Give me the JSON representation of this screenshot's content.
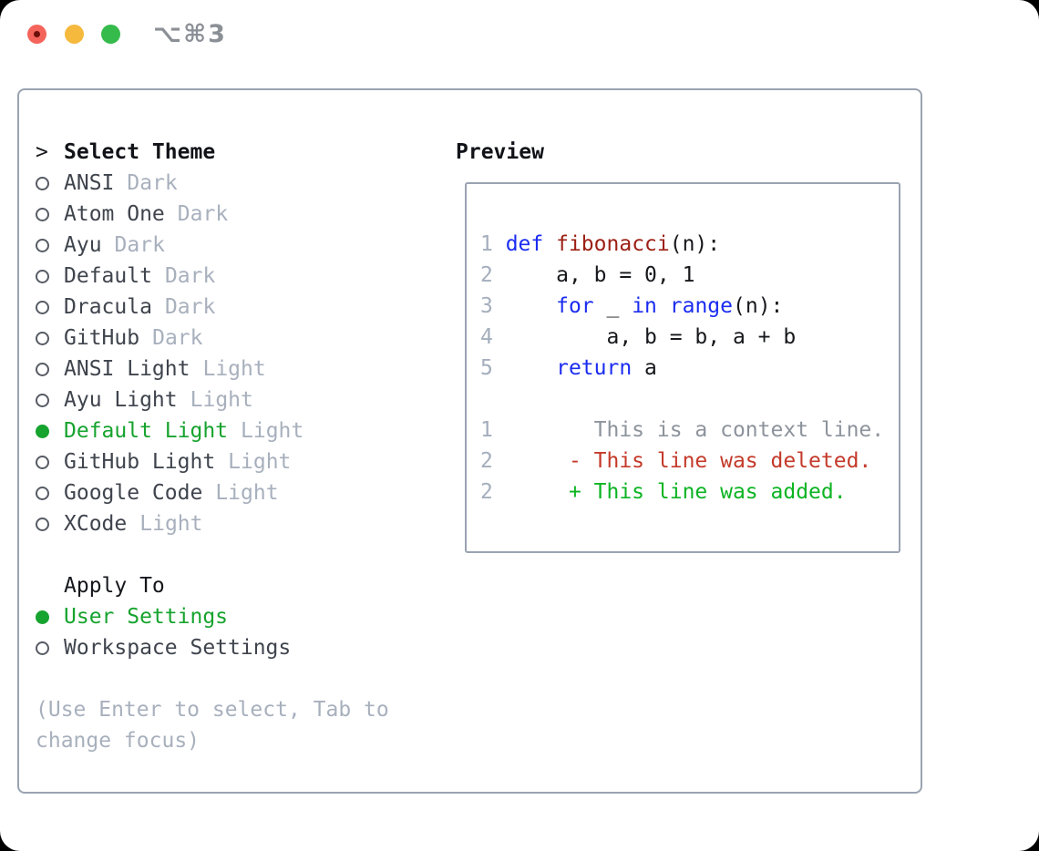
{
  "window": {
    "title": "⌥⌘3",
    "controls": [
      {
        "name": "close",
        "color": "#f4645a"
      },
      {
        "name": "minimize",
        "color": "#f5b93d"
      },
      {
        "name": "maximize",
        "color": "#35bb4b"
      }
    ]
  },
  "theme_panel": {
    "focus_marker": ">",
    "title": "Select Theme",
    "themes": [
      {
        "name": "ANSI",
        "variant": "Dark",
        "selected": false
      },
      {
        "name": "Atom One",
        "variant": "Dark",
        "selected": false
      },
      {
        "name": "Ayu",
        "variant": "Dark",
        "selected": false
      },
      {
        "name": "Default",
        "variant": "Dark",
        "selected": false
      },
      {
        "name": "Dracula",
        "variant": "Dark",
        "selected": false
      },
      {
        "name": "GitHub",
        "variant": "Dark",
        "selected": false
      },
      {
        "name": "ANSI Light",
        "variant": "Light",
        "selected": false
      },
      {
        "name": "Ayu Light",
        "variant": "Light",
        "selected": false
      },
      {
        "name": "Default Light",
        "variant": "Light",
        "selected": true
      },
      {
        "name": "GitHub Light",
        "variant": "Light",
        "selected": false
      },
      {
        "name": "Google Code",
        "variant": "Light",
        "selected": false
      },
      {
        "name": "XCode",
        "variant": "Light",
        "selected": false
      }
    ],
    "apply_to": {
      "title": "Apply To",
      "options": [
        {
          "label": "User Settings",
          "selected": true
        },
        {
          "label": "Workspace Settings",
          "selected": false
        }
      ]
    },
    "help_text": "(Use Enter to select, Tab to change focus)"
  },
  "preview": {
    "title": "Preview",
    "lines": [
      [
        [
          "num",
          "1 "
        ],
        [
          "kw",
          "def"
        ],
        [
          "pl",
          " "
        ],
        [
          "fn",
          "fibonacci"
        ],
        [
          "pl",
          "(n):"
        ]
      ],
      [
        [
          "num",
          "2 "
        ],
        [
          "pl",
          "    a, b = 0, 1"
        ]
      ],
      [
        [
          "num",
          "3 "
        ],
        [
          "pl",
          "    "
        ],
        [
          "kw",
          "for"
        ],
        [
          "pl",
          " _ "
        ],
        [
          "kw",
          "in"
        ],
        [
          "pl",
          " "
        ],
        [
          "kw",
          "range"
        ],
        [
          "pl",
          "(n):"
        ]
      ],
      [
        [
          "num",
          "4 "
        ],
        [
          "pl",
          "        a, b = b, a + b"
        ]
      ],
      [
        [
          "num",
          "5 "
        ],
        [
          "pl",
          "    "
        ],
        [
          "kw",
          "return"
        ],
        [
          "pl",
          " a"
        ]
      ],
      [],
      [
        [
          "num",
          "1"
        ],
        [
          "ctx",
          "        This is a context line."
        ]
      ],
      [
        [
          "num",
          "2"
        ],
        [
          "del",
          "      - This line was deleted."
        ]
      ],
      [
        [
          "num",
          "2"
        ],
        [
          "add",
          "      + This line was added."
        ]
      ]
    ]
  },
  "colors": {
    "selection_green": "#16a32e",
    "keyword_blue": "#1b2cf0",
    "function_red": "#9c2015",
    "diff_deleted_red": "#c43a2a",
    "diff_added_green": "#0cb423",
    "line_number_gray": "#a4aebc",
    "muted_gray": "#a8b0bd",
    "panel_border": "#9aa3b1"
  }
}
